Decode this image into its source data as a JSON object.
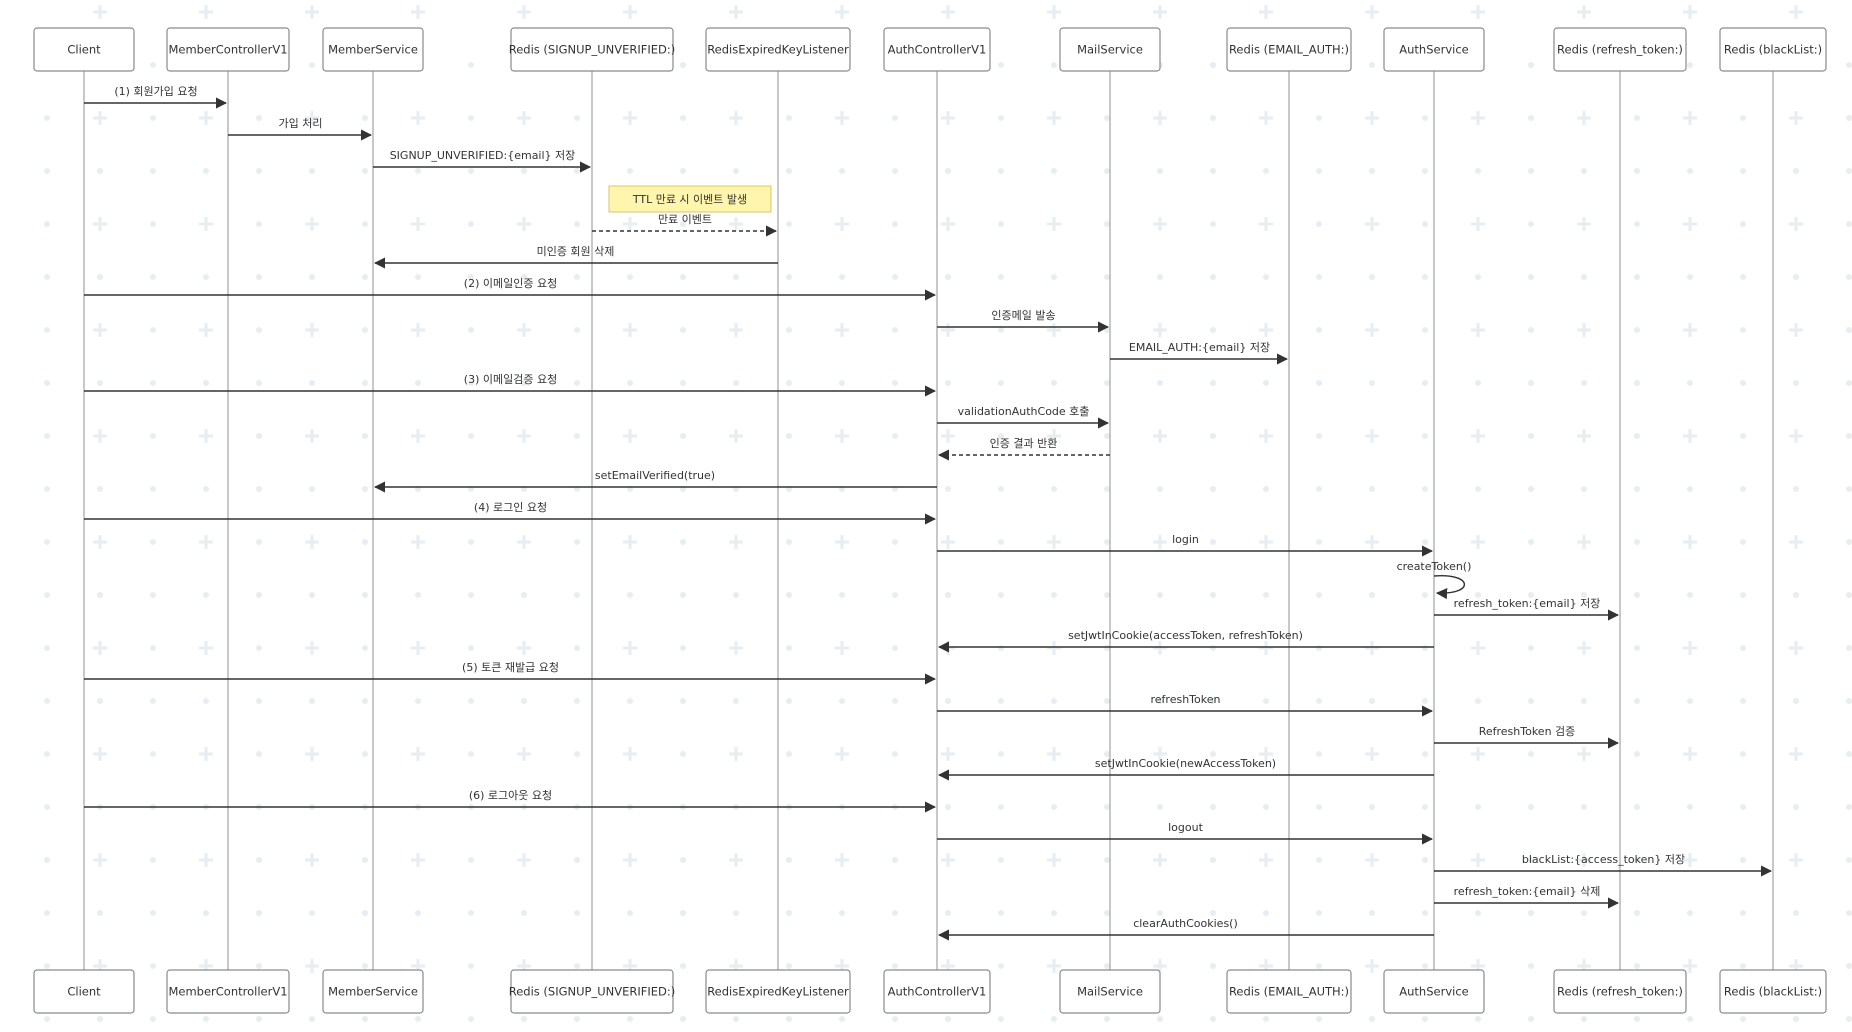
{
  "participants": [
    {
      "id": "client",
      "name": "Client"
    },
    {
      "id": "mcv1",
      "name": "MemberControllerV1"
    },
    {
      "id": "ms",
      "name": "MemberService"
    },
    {
      "id": "rsignup",
      "name": "Redis (SIGNUP_UNVERIFIED:)"
    },
    {
      "id": "rekl",
      "name": "RedisExpiredKeyListener"
    },
    {
      "id": "acv1",
      "name": "AuthControllerV1"
    },
    {
      "id": "mail",
      "name": "MailService"
    },
    {
      "id": "remail",
      "name": "Redis (EMAIL_AUTH:)"
    },
    {
      "id": "as",
      "name": "AuthService"
    },
    {
      "id": "rrefresh",
      "name": "Redis (refresh_token:)"
    },
    {
      "id": "rblack",
      "name": "Redis (blackList:)"
    }
  ],
  "notes": [
    {
      "over": "rsignup",
      "text": "TTL 만료 시 이벤트 발생"
    }
  ],
  "messages": [
    {
      "from": "client",
      "to": "mcv1",
      "label": "(1) 회원가입 요청",
      "dashed": false
    },
    {
      "from": "mcv1",
      "to": "ms",
      "label": "가입 처리",
      "dashed": false
    },
    {
      "from": "ms",
      "to": "rsignup",
      "label": "SIGNUP_UNVERIFIED:{email} 저장",
      "dashed": false
    },
    {
      "note": 0
    },
    {
      "from": "rsignup",
      "to": "rekl",
      "label": "만료 이벤트",
      "dashed": true
    },
    {
      "from": "rekl",
      "to": "ms",
      "label": "미인증 회원 삭제",
      "dashed": false
    },
    {
      "from": "client",
      "to": "acv1",
      "label": "(2) 이메일인증 요청",
      "dashed": false
    },
    {
      "from": "acv1",
      "to": "mail",
      "label": "인증메일 발송",
      "dashed": false
    },
    {
      "from": "mail",
      "to": "remail",
      "label": "EMAIL_AUTH:{email} 저장",
      "dashed": false
    },
    {
      "from": "client",
      "to": "acv1",
      "label": "(3) 이메일검증 요청",
      "dashed": false
    },
    {
      "from": "acv1",
      "to": "mail",
      "label": "validationAuthCode 호출",
      "dashed": false
    },
    {
      "from": "mail",
      "to": "acv1",
      "label": "인증 결과 반환",
      "dashed": true
    },
    {
      "from": "acv1",
      "to": "ms",
      "label": "setEmailVerified(true)",
      "dashed": false
    },
    {
      "from": "client",
      "to": "acv1",
      "label": "(4) 로그인 요청",
      "dashed": false
    },
    {
      "from": "acv1",
      "to": "as",
      "label": "login",
      "dashed": false
    },
    {
      "from": "as",
      "to": "as",
      "label": "createToken()",
      "dashed": false
    },
    {
      "from": "as",
      "to": "rrefresh",
      "label": "refresh_token:{email} 저장",
      "dashed": false
    },
    {
      "from": "as",
      "to": "acv1",
      "label": "setJwtInCookie(accessToken, refreshToken)",
      "dashed": false
    },
    {
      "from": "client",
      "to": "acv1",
      "label": "(5) 토큰 재발급 요청",
      "dashed": false
    },
    {
      "from": "acv1",
      "to": "as",
      "label": "refreshToken",
      "dashed": false
    },
    {
      "from": "as",
      "to": "rrefresh",
      "label": "RefreshToken 검증",
      "dashed": false
    },
    {
      "from": "as",
      "to": "acv1",
      "label": "setJwtInCookie(newAccessToken)",
      "dashed": false
    },
    {
      "from": "client",
      "to": "acv1",
      "label": "(6) 로그아웃 요청",
      "dashed": false
    },
    {
      "from": "acv1",
      "to": "as",
      "label": "logout",
      "dashed": false
    },
    {
      "from": "as",
      "to": "rblack",
      "label": "blackList:{access_token} 저장",
      "dashed": false
    },
    {
      "from": "as",
      "to": "rrefresh",
      "label": "refresh_token:{email} 삭제",
      "dashed": false
    },
    {
      "from": "as",
      "to": "acv1",
      "label": "clearAuthCookies()",
      "dashed": false
    }
  ]
}
